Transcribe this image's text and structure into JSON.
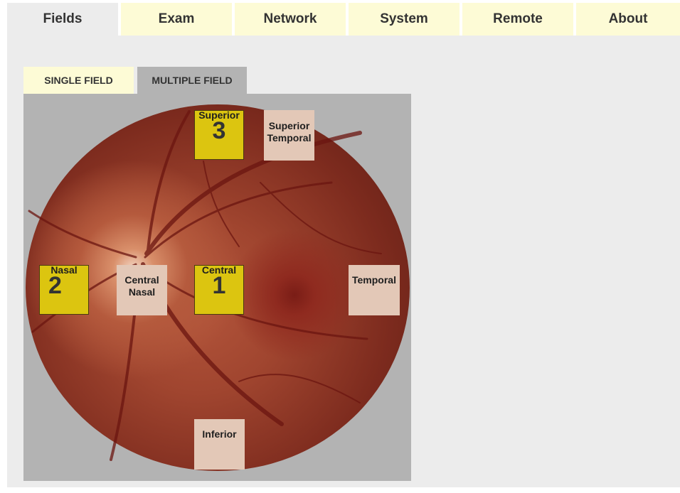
{
  "nav": {
    "tabs": [
      {
        "label": "Fields",
        "active": true
      },
      {
        "label": "Exam"
      },
      {
        "label": "Network"
      },
      {
        "label": "System"
      },
      {
        "label": "Remote"
      },
      {
        "label": "About"
      }
    ]
  },
  "subtabs": [
    {
      "label": "SINGLE FIELD"
    },
    {
      "label": "MULTIPLE FIELD",
      "active": true
    }
  ],
  "fields": {
    "superior": {
      "label": "Superior",
      "number": "3",
      "selected": true
    },
    "superior_temporal": {
      "label_line1": "Superior",
      "label_line2": "Temporal",
      "selected": false
    },
    "nasal": {
      "label": "Nasal",
      "number": "2",
      "selected": true
    },
    "central_nasal": {
      "label_line1": "Central",
      "label_line2": "Nasal",
      "selected": false
    },
    "central": {
      "label": "Central",
      "number": "1",
      "selected": true
    },
    "temporal": {
      "label": "Temporal",
      "selected": false
    },
    "inferior": {
      "label": "Inferior",
      "selected": false
    }
  },
  "colors": {
    "tab_bg": "#fdfbd6",
    "selected_field": "#dcc510",
    "unselected_field": "#e3c8b7",
    "panel_bg": "#b3b3b3",
    "content_bg": "#ececec"
  }
}
